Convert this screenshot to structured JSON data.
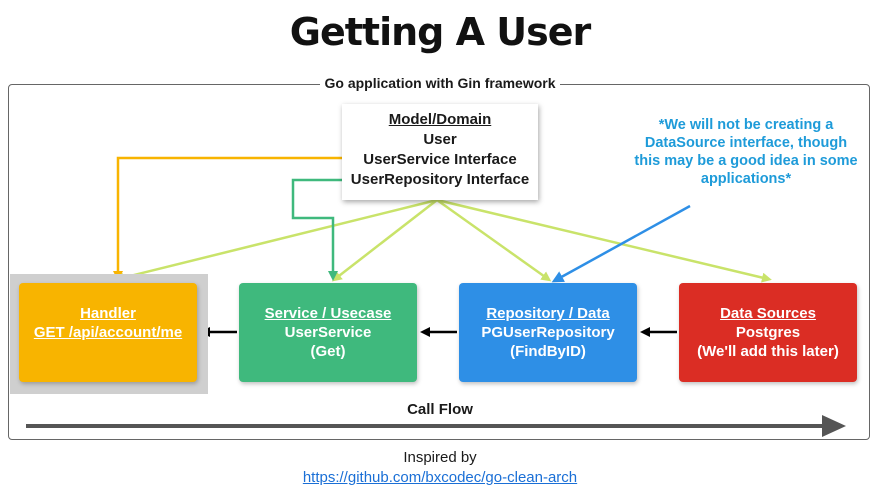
{
  "title": "Getting A User",
  "frame_label": "Go application with Gin framework",
  "model": {
    "heading": "Model/Domain",
    "lines": [
      "User",
      "UserService Interface",
      "UserRepository Interface"
    ]
  },
  "note": "*We will not be creating  a DataSource interface, though this may be a good idea in some applications*",
  "layers": {
    "handler": {
      "heading": "Handler",
      "sub": "GET /api/account/me"
    },
    "service": {
      "heading": "Service / Usecase",
      "name": "UserService",
      "method": "(Get)"
    },
    "repository": {
      "heading": "Repository / Data",
      "name": "PGUserRepository",
      "method": "(FindByID)"
    },
    "sources": {
      "heading": "Data Sources",
      "name": "Postgres",
      "method": "(We'll add this later)"
    }
  },
  "call_flow": "Call Flow",
  "footer": {
    "line1": "Inspired by",
    "link": "https://github.com/bxcodec/go-clean-arch"
  },
  "colors": {
    "handler": "#f8b400",
    "service": "#3fb97d",
    "repository": "#2e8fe6",
    "sources": "#db2d24",
    "dependency_line": "#c9e36a",
    "note": "#1e9bd9"
  }
}
